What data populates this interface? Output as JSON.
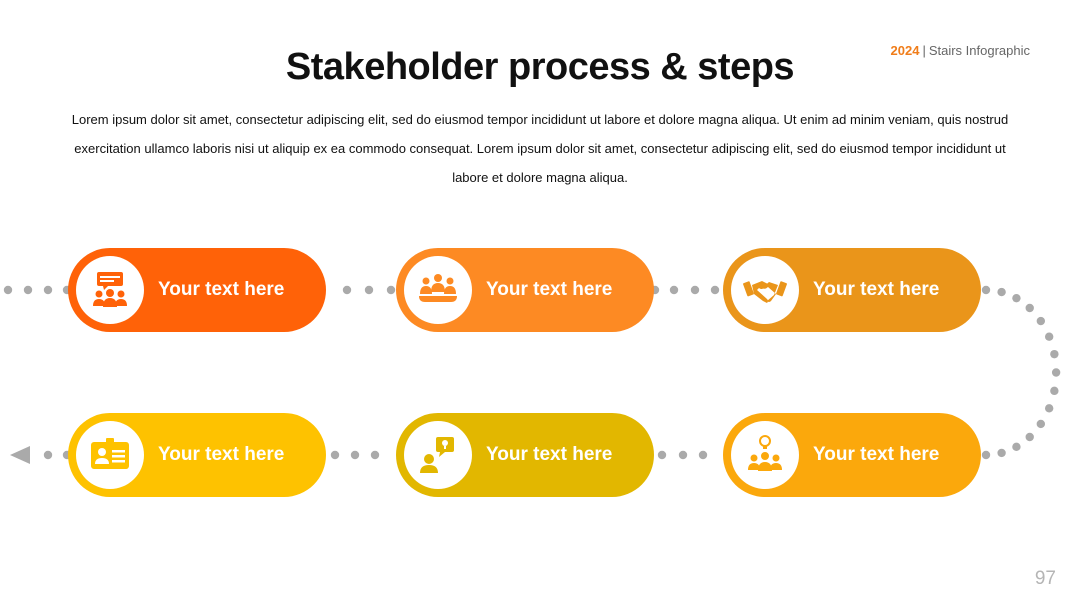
{
  "header": {
    "year": "2024",
    "separator": "|",
    "tag": "Stairs Infographic",
    "title": "Stakeholder process & steps",
    "intro": "Lorem ipsum dolor sit amet, consectetur adipiscing elit, sed do eiusmod tempor incididunt ut labore et dolore magna aliqua. Ut enim ad minim veniam, quis nostrud exercitation ullamco laboris nisi ut aliquip ex ea commodo consequat. Lorem ipsum dolor sit amet, consectetur adipiscing elit, sed do eiusmod tempor incididunt ut labore et dolore magna aliqua."
  },
  "steps": [
    {
      "label": "Your text here",
      "icon": "presentation-icon",
      "color": "#ff6208"
    },
    {
      "label": "Your text here",
      "icon": "team-meeting-icon",
      "color": "#fd8a23"
    },
    {
      "label": "Your text here",
      "icon": "handshake-icon",
      "color": "#ea951a"
    },
    {
      "label": "Your text here",
      "icon": "idea-team-icon",
      "color": "#fba80c"
    },
    {
      "label": "Your text here",
      "icon": "idea-person-icon",
      "color": "#e2b700"
    },
    {
      "label": "Your text here",
      "icon": "id-card-icon",
      "color": "#fec200"
    }
  ],
  "connector_color": "#aaaaaa",
  "page_number": "97"
}
